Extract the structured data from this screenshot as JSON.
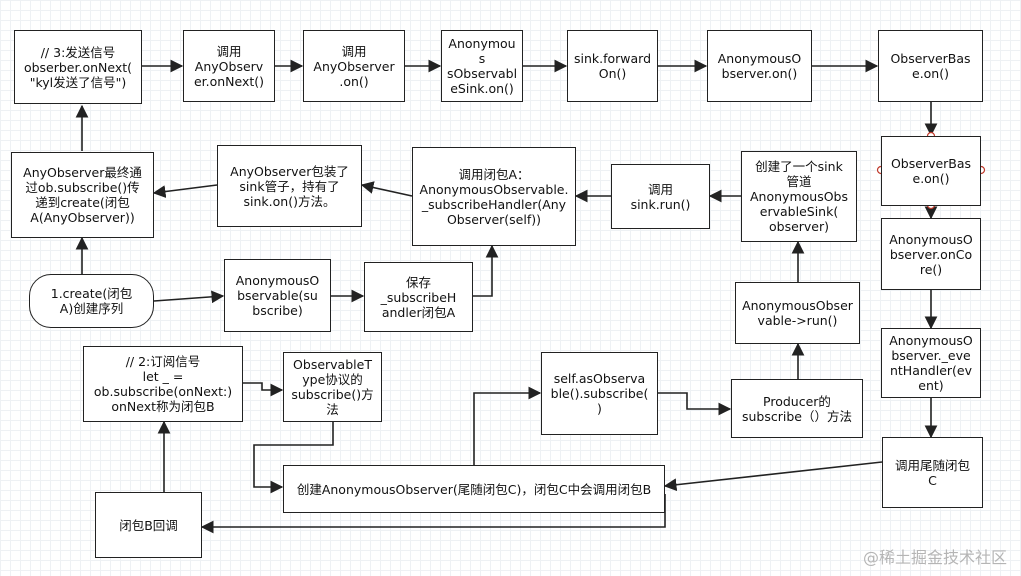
{
  "nodes": {
    "send_signal": "// 3:发送信号\nobserber.onNext(\n\"kyl发送了信号\")",
    "call_anyobserver_onnext": "调用\nAnyObserv\ner.onNext()",
    "call_anyobserver_on": "调用\nAnyObserver\n.on()",
    "anon_sink_on": "Anonymous\nsObservabl\neSink.on()",
    "sink_forward_on": "sink.forward\nOn()",
    "anon_observer_on": "AnonymousO\nbserver.on()",
    "observerbase_on_1": "ObserverBas\ne.on()",
    "anyobserver_create": "AnyObserver最终通\n过ob.subscribe()传\n递到create(闭包\nA(AnyObserver))",
    "anyobserver_wrap": "AnyObserver包装了\nsink管子，持有了\nsink.on()方法。",
    "call_closure_a": "调用闭包A：\nAnonymousObservable.\n_subscribeHandler(Any\nObserver(self))",
    "call_sink_run": "调用\nsink.run()",
    "create_sink": "创建了一个sink\n管道\nAnonymousObs\nervableSink(\nobserver)",
    "observerbase_on_2": "ObserverBas\ne.on()",
    "create_sequence": "1.create(闭包\nA)创建序列",
    "anon_observable": "AnonymousO\nbservable(su\nbscribe)",
    "save_handler": "保存\n_subscribeH\nandler闭包A",
    "anon_observable_run": "AnonymousObser\nvable->run()",
    "anon_observer_oncore": "AnonymousO\nbserver.onCo\nre()",
    "subscribe_signal": "// 2:订阅信号\nlet _ =\nob.subscribe(onNext:)\nonNext称为闭包B",
    "observabletype_subscribe": "ObservableT\nype协议的\nsubscribe()方\n法",
    "self_as_observable": "self.asObserva\nble().subscribe(\n)",
    "producer_subscribe": "Producer的\nsubscribe（）方法",
    "anon_observer_eventhandler": "AnonymousO\nbserver._eve\nntHandler(ev\nent)",
    "create_anon_observer": "创建AnonymousObserver(尾随闭包C)，闭包C中会调用闭包B",
    "call_trailing_c": "调用尾随闭包\nC",
    "closure_b_callback": "闭包B回调"
  },
  "watermark": "@稀土掘金技术社区",
  "colors": {
    "stroke": "#222222",
    "handle_red": "#c0392b",
    "background": "#ffffff",
    "grid": "#eef1f4"
  }
}
